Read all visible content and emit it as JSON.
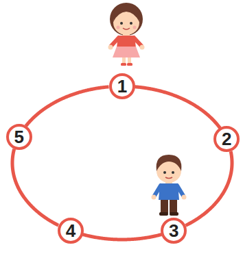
{
  "diagram": {
    "nodes": [
      {
        "text": [
          "1"
        ]
      },
      {
        "text": [
          "2"
        ]
      },
      {
        "text": [
          "3"
        ]
      },
      {
        "text": [
          "4"
        ]
      },
      {
        "text": [
          "5"
        ]
      }
    ],
    "edges": [
      {
        "from": 0,
        "to": 1,
        "arrow": "none"
      },
      {
        "from": 1,
        "to": 2,
        "arrow": "none"
      },
      {
        "from": 2,
        "to": 3,
        "arrow": "none"
      },
      {
        "from": 3,
        "to": 4,
        "arrow": "none"
      },
      {
        "from": 4,
        "to": 0,
        "arrow": "none"
      }
    ]
  }
}
